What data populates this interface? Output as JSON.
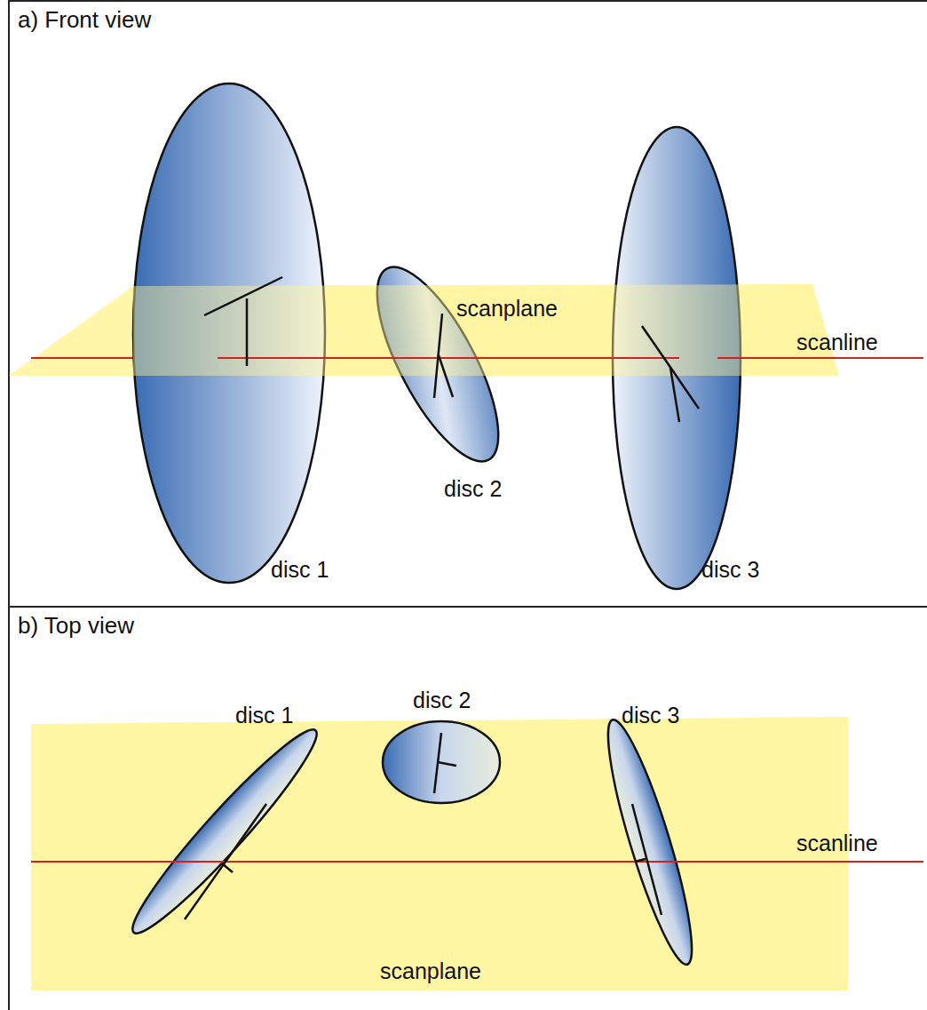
{
  "diagram": {
    "labels": [
      "a) Front view",
      "scanplane",
      "scanline",
      "disc 1",
      "disc 2",
      "disc 3",
      "b) Top view",
      "disc 1",
      "disc 2",
      "disc 3",
      "scanline",
      "scanplane"
    ]
  }
}
